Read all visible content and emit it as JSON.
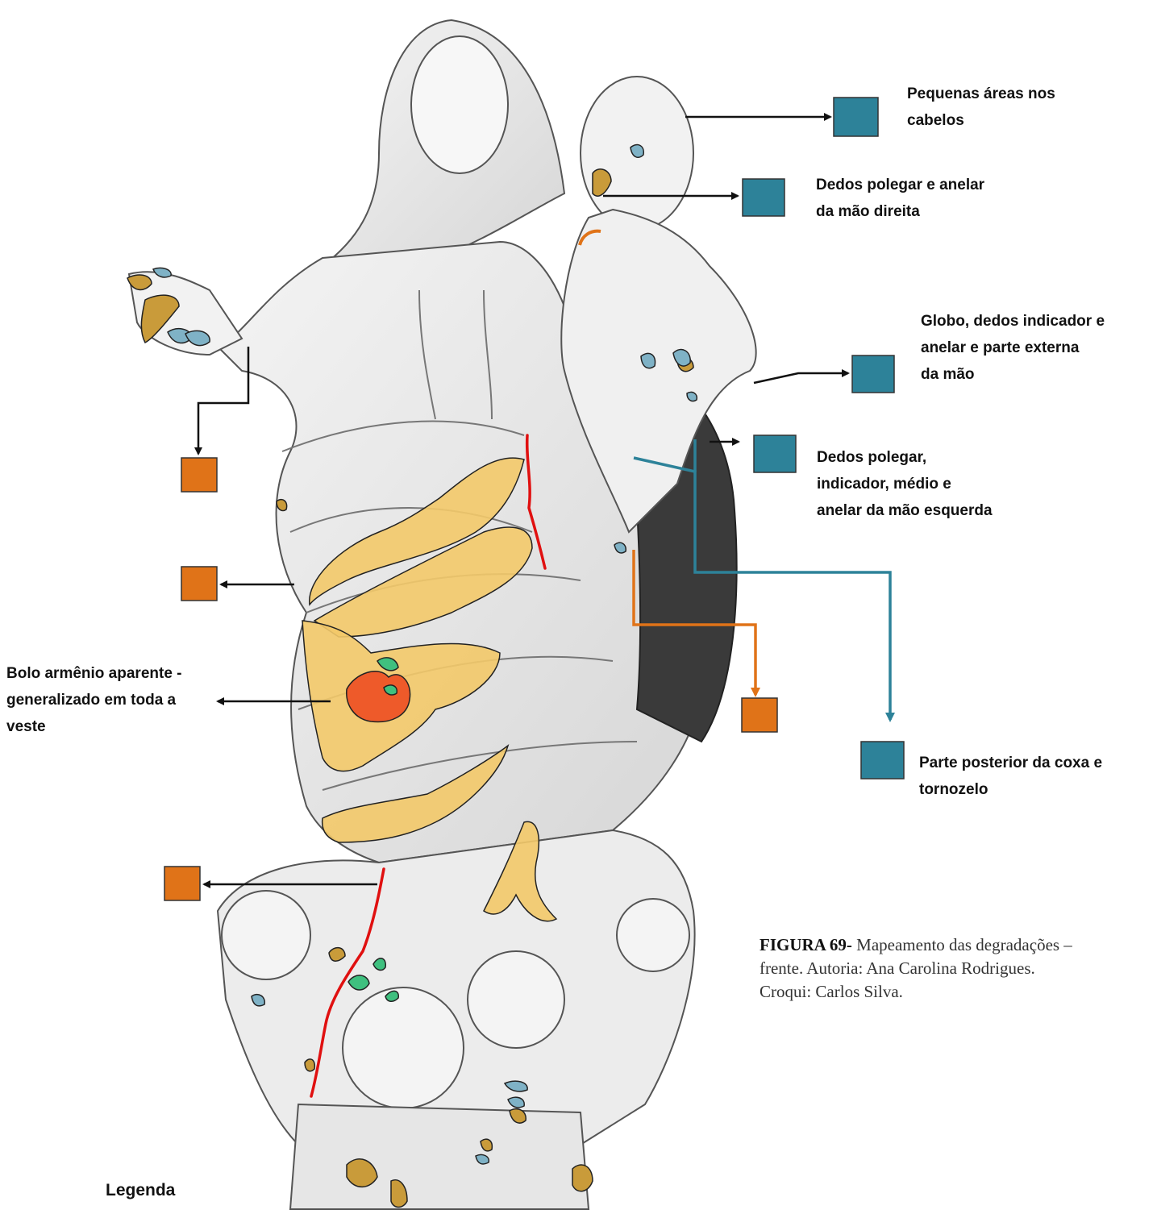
{
  "colors": {
    "teal": "#2d8299",
    "orange": "#e07318",
    "yellow": "#f3c969",
    "gold": "#c99b3a",
    "light_blue": "#7fb2c6",
    "red_orange": "#ee5a2a",
    "green": "#3fc07f",
    "crack_red": "#e01010"
  },
  "annotations": {
    "hair": "Pequenas áreas nos\ncabelos",
    "right_hand": "Dedos polegar e anelar\nda mão direita",
    "globe": "Globo, dedos indicador e\nanelar e parte externa\nda mão",
    "left_hand": "Dedos polegar,\nindicador, médio e\nanelar da mão esquerda",
    "bolo": "Bolo armênio aparente -\ngeneralizado em toda a\nveste",
    "thigh": "Parte posterior da coxa e\ntornozelo"
  },
  "caption": {
    "label": "FIGURA 69-",
    "text": " Mapeamento das degradações – frente. Autoria: Ana Carolina Rodrigues. Croqui: Carlos Silva."
  },
  "legend": {
    "title": "Legenda"
  }
}
